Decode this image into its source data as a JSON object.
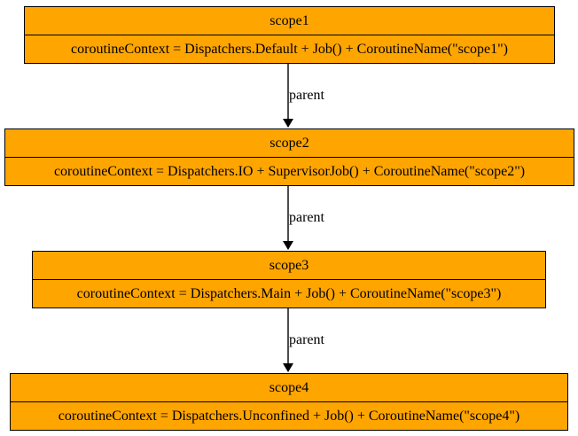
{
  "colors": {
    "node_fill": "#ffa500",
    "node_border": "#000000",
    "edge": "#000000"
  },
  "nodes": [
    {
      "title": "scope1",
      "body": "coroutineContext = Dispatchers.Default + Job() + CoroutineName(\"scope1\")"
    },
    {
      "title": "scope2",
      "body": "coroutineContext = Dispatchers.IO + SupervisorJob() + CoroutineName(\"scope2\")"
    },
    {
      "title": "scope3",
      "body": "coroutineContext = Dispatchers.Main + Job() + CoroutineName(\"scope3\")"
    },
    {
      "title": "scope4",
      "body": "coroutineContext = Dispatchers.Unconfined + Job() + CoroutineName(\"scope4\")"
    }
  ],
  "edges": [
    {
      "from": "scope1",
      "to": "scope2",
      "label": "parent"
    },
    {
      "from": "scope2",
      "to": "scope3",
      "label": "parent"
    },
    {
      "from": "scope3",
      "to": "scope4",
      "label": "parent"
    }
  ]
}
